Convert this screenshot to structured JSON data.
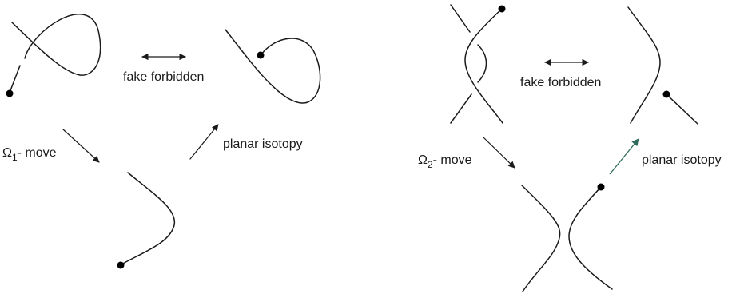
{
  "left_panel": {
    "top_arrow_label": "fake forbidden",
    "move_symbol": "Ω",
    "move_subscript": "1",
    "move_suffix": "- move",
    "isotopy_label": "planar isotopy"
  },
  "right_panel": {
    "top_arrow_label": "fake forbidden",
    "move_symbol": "Ω",
    "move_subscript": "2",
    "move_suffix": "- move",
    "isotopy_label": "planar isotopy"
  },
  "colors": {
    "stroke": "#1a1a1a",
    "isotopy_arrow_right": "#2f6b5a"
  }
}
